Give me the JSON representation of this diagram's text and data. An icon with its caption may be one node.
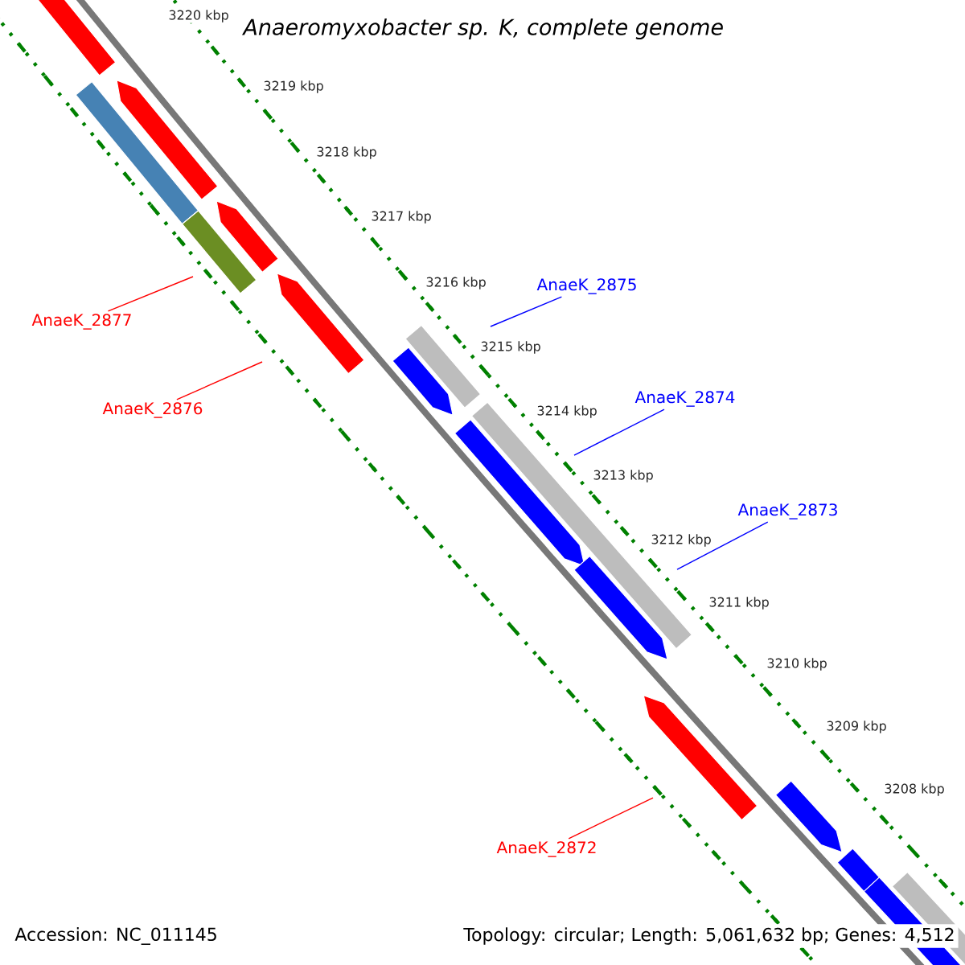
{
  "diagram": {
    "title": "Anaeromyxobacter sp. K, complete genome",
    "nodes": [
      {
        "text": [
          "AnaeK_2877"
        ]
      },
      {
        "text": [
          "AnaeK_2876"
        ]
      },
      {
        "text": [
          "AnaeK_2875"
        ]
      },
      {
        "text": [
          "AnaeK_2874"
        ]
      },
      {
        "text": [
          "AnaeK_2873"
        ]
      },
      {
        "text": [
          "AnaeK_2872"
        ]
      }
    ],
    "edges": [
      {
        "from": 0,
        "to": null,
        "arrow": "none",
        "color": "#ff0000"
      },
      {
        "from": 1,
        "to": null,
        "arrow": "none",
        "color": "#ff0000"
      },
      {
        "from": 2,
        "to": null,
        "arrow": "none",
        "color": "#0000ff"
      },
      {
        "from": 3,
        "to": null,
        "arrow": "none",
        "color": "#0000ff"
      },
      {
        "from": 4,
        "to": null,
        "arrow": "none",
        "color": "#0000ff"
      },
      {
        "from": 5,
        "to": null,
        "arrow": "none",
        "color": "#ff0000"
      }
    ],
    "labels": [
      "3220 kbp",
      "3219 kbp",
      "3218 kbp",
      "3217 kbp",
      "3216 kbp",
      "3215 kbp",
      "3214 kbp",
      "3213 kbp",
      "3212 kbp",
      "3211 kbp",
      "3210 kbp",
      "3209 kbp",
      "3208 kbp",
      "Accession: NC_011145",
      "Topology: circular; Length: 5,061,632 bp; Genes: 4,512"
    ]
  }
}
